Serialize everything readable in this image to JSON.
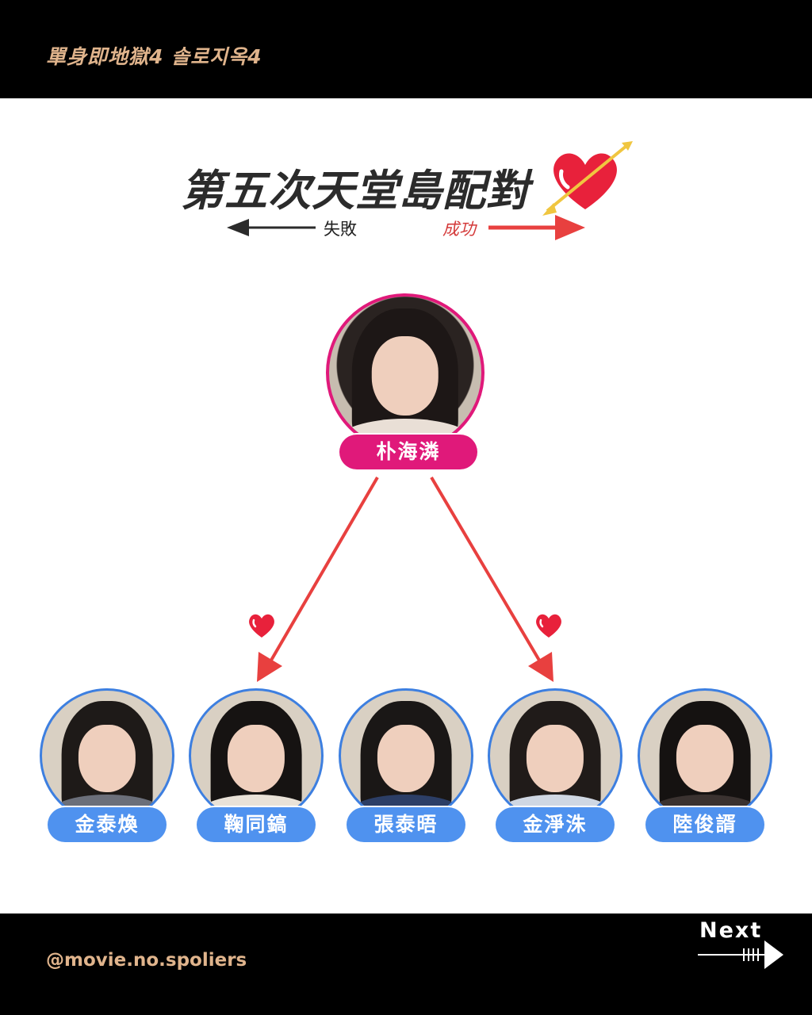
{
  "header": {
    "series_title": "單身即地獄4 솔로지옥4"
  },
  "title": {
    "text": "第五次天堂島配對"
  },
  "legend": {
    "fail_label": "失敗",
    "success_label": "成功"
  },
  "female": {
    "name": "朴海潾"
  },
  "males": [
    {
      "name": "金泰煥",
      "hair": "#1e1a18",
      "shirt": "#6b6f7a"
    },
    {
      "name": "鞠同鎬",
      "hair": "#161312",
      "shirt": "#e9e2d8"
    },
    {
      "name": "張泰晤",
      "hair": "#1a1716",
      "shirt": "#2c3e66"
    },
    {
      "name": "金淨洙",
      "hair": "#201b19",
      "shirt": "#cfd7e3"
    },
    {
      "name": "陸俊諝",
      "hair": "#151211",
      "shirt": "#3a3230"
    }
  ],
  "footer": {
    "handle": "@movie.no.spoliers",
    "next_label": "Next"
  },
  "colors": {
    "accent_pink": "#e0197a",
    "accent_blue": "#4f92ef",
    "arrow_red": "#e8403f",
    "handle_gold": "#e0b48c"
  },
  "icons": [
    "heart-arrow-icon",
    "heart-icon",
    "arrow-left-icon",
    "arrow-right-icon",
    "next-arrow-icon"
  ]
}
